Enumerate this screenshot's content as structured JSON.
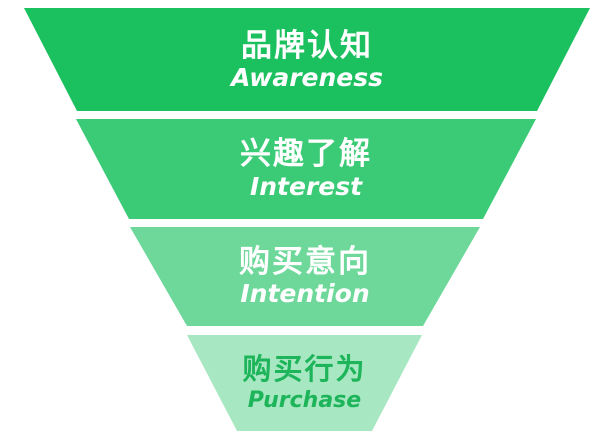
{
  "funnel": {
    "stages": [
      {
        "cn": "品牌认知",
        "en": "Awareness",
        "fill": "#1cc15f",
        "text_color": "#ffffff"
      },
      {
        "cn": "兴趣了解",
        "en": "Interest",
        "fill": "#3bcb76",
        "text_color": "#ffffff"
      },
      {
        "cn": "购买意向",
        "en": "Intention",
        "fill": "#6ed89a",
        "text_color": "#ffffff"
      },
      {
        "cn": "购买行为",
        "en": "Purchase",
        "fill": "#a7e8c2",
        "text_color": "#1db45a"
      }
    ]
  }
}
